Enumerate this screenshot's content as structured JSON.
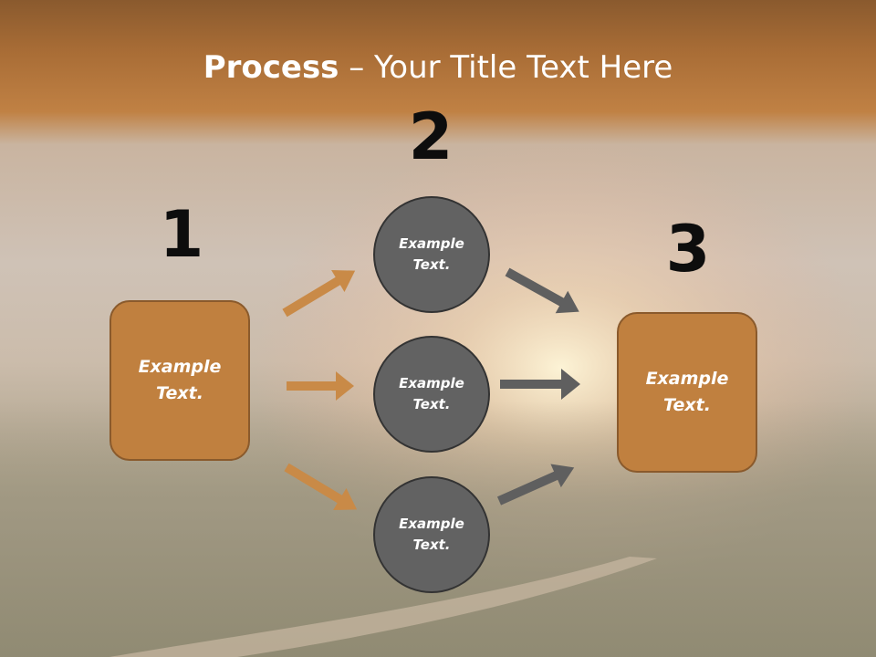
{
  "title": {
    "bold": "Process",
    "rest": " – Your Title Text Here"
  },
  "steps": [
    {
      "number": "1",
      "box_text": "Example Text."
    },
    {
      "number": "2",
      "circles": [
        "Example Text.",
        "Example Text.",
        "Example Text."
      ]
    },
    {
      "number": "3",
      "box_text": "Example Text."
    }
  ],
  "colors": {
    "box_fill": "#c0803f",
    "circle_fill": "#626262",
    "arrow_orange": "#c98a47",
    "arrow_gray": "#5f5f5f"
  }
}
